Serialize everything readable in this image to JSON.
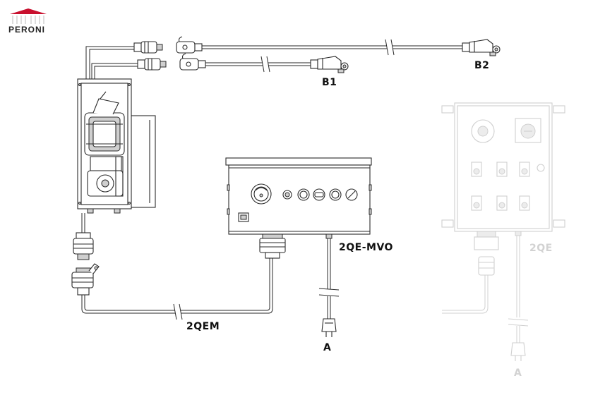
{
  "brand": {
    "logo_text": "PERONI",
    "logo_color": "#c8102e"
  },
  "labels": {
    "sensor_b1": "B1",
    "sensor_b2": "B2",
    "control_box": "2QE-MVO",
    "motor_cable": "2QEM",
    "power_plug": "A",
    "ghost_box": "2QE",
    "ghost_plug": "A"
  },
  "colors": {
    "line": "#2a2a2a",
    "ghost": "#cfcfcf",
    "accent": "#c8102e"
  },
  "icons": {
    "motor": "motor-gearbox-icon",
    "sensor": "sensor-probe-icon",
    "connector": "circular-connector-icon",
    "plug": "schuko-plug-icon",
    "control_panel": "control-panel-icon"
  }
}
